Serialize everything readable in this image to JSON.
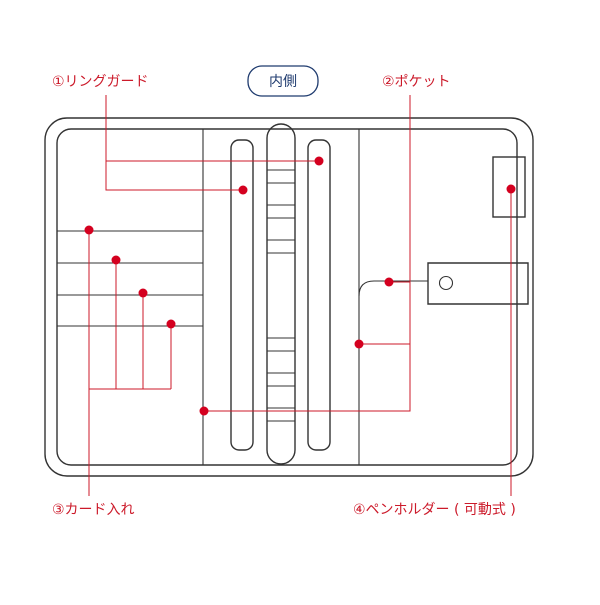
{
  "title_badge": "内側",
  "labels": {
    "ring_guard": "①リングガード",
    "pocket": "②ポケット",
    "card_slots": "③カード入れ",
    "pen_holder": "④ペンホルダー ( 可動式 )"
  },
  "colors": {
    "accent_red": "#cc1a2a",
    "badge_navy": "#1e3a6e",
    "outline": "#333333"
  }
}
